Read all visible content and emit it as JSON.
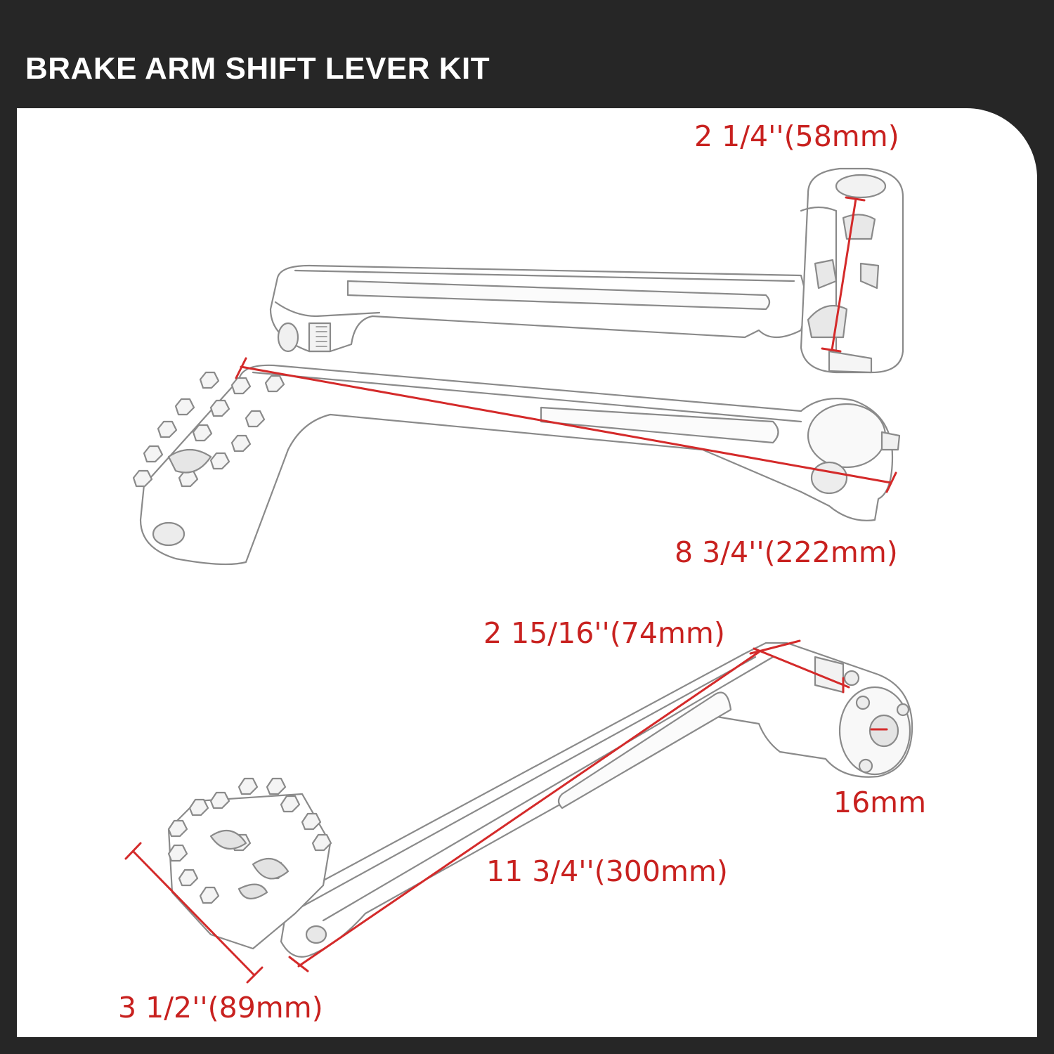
{
  "header": {
    "title": "BRAKE ARM SHIFT LEVER KIT"
  },
  "colors": {
    "background": "#262626",
    "panel": "#ffffff",
    "dimension_text": "#c8211f",
    "dimension_line": "#d42a2a",
    "part_outline": "#8a8a8a"
  },
  "dimensions": {
    "brake_arm_height": "2 1/4''(58mm)",
    "brake_arm_length": "8 3/4''(222mm)",
    "shift_lever_hub": "2 15/16''(74mm)",
    "shift_lever_bore": "16mm",
    "shift_lever_length": "11 3/4''(300mm)",
    "peg_width": "3 1/2''(89mm)"
  }
}
